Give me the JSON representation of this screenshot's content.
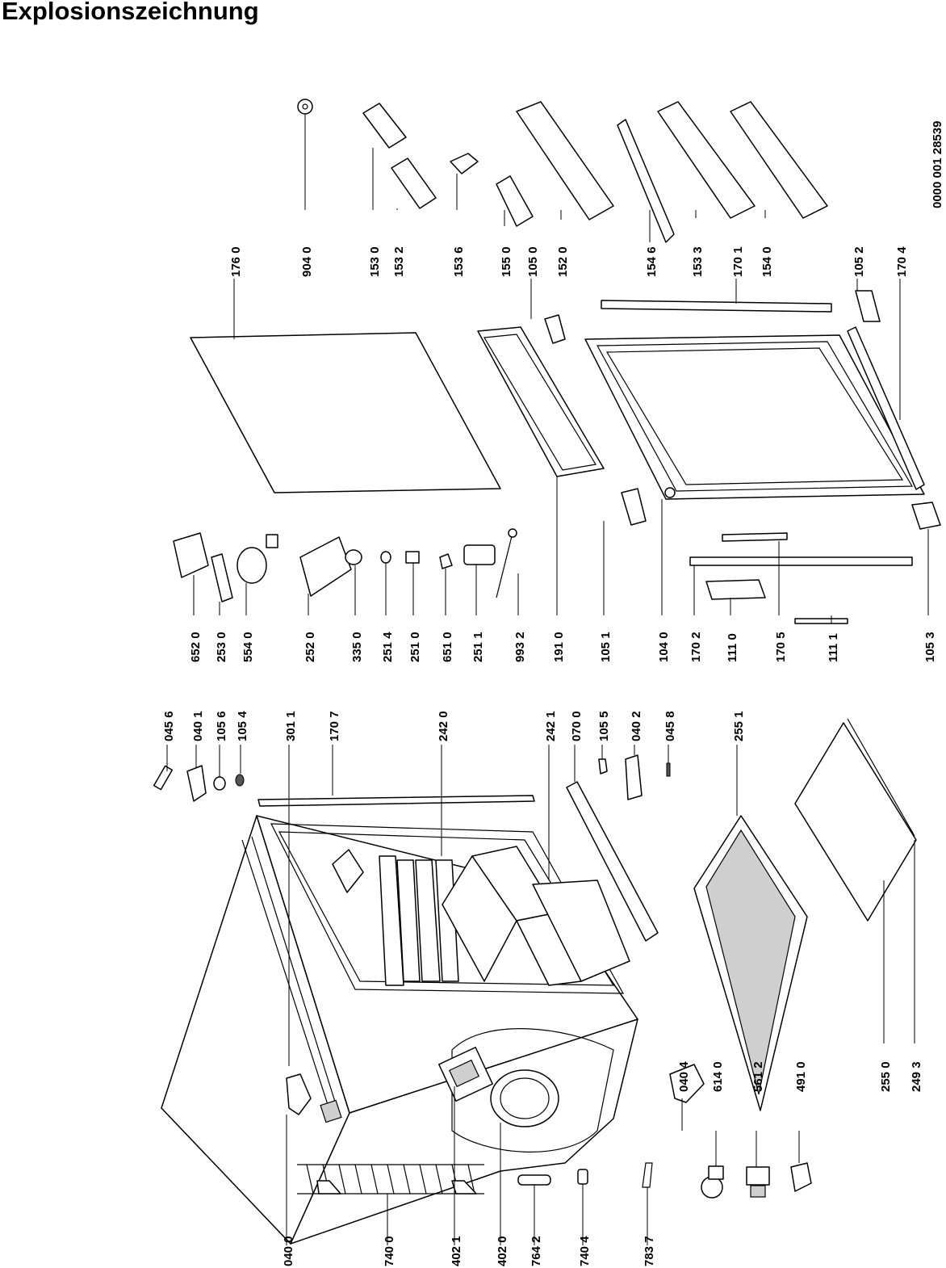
{
  "title": "Explosionszeichnung",
  "drawing_id": "0000 001 28539",
  "parts": [
    {
      "id": "p0456",
      "label": "045 6"
    },
    {
      "id": "p0401",
      "label": "040 1"
    },
    {
      "id": "p1056",
      "label": "105 6"
    },
    {
      "id": "p1054",
      "label": "105 4"
    },
    {
      "id": "p3011",
      "label": "301 1"
    },
    {
      "id": "p1707",
      "label": "170 7"
    },
    {
      "id": "p2420",
      "label": "242 0"
    },
    {
      "id": "p2421",
      "label": "242 1"
    },
    {
      "id": "p0700",
      "label": "070 0"
    },
    {
      "id": "p1055",
      "label": "105 5"
    },
    {
      "id": "p0402",
      "label": "040 2"
    },
    {
      "id": "p0458",
      "label": "045 8"
    },
    {
      "id": "p2551",
      "label": "255 1"
    },
    {
      "id": "p0404",
      "label": "040 4"
    },
    {
      "id": "p6140",
      "label": "614 0"
    },
    {
      "id": "p5612",
      "label": "561 2"
    },
    {
      "id": "p4910",
      "label": "491 0"
    },
    {
      "id": "p2550",
      "label": "255 0"
    },
    {
      "id": "p2493",
      "label": "249 3"
    },
    {
      "id": "p0400",
      "label": "040 0"
    },
    {
      "id": "p7400",
      "label": "740 0"
    },
    {
      "id": "p4021",
      "label": "402 1"
    },
    {
      "id": "p4020",
      "label": "402 0"
    },
    {
      "id": "p7642",
      "label": "764 2"
    },
    {
      "id": "p7404",
      "label": "740 4"
    },
    {
      "id": "p7837",
      "label": "783 7"
    },
    {
      "id": "p6520",
      "label": "652 0"
    },
    {
      "id": "p2530",
      "label": "253 0"
    },
    {
      "id": "p5540",
      "label": "554 0"
    },
    {
      "id": "p2520",
      "label": "252 0"
    },
    {
      "id": "p3350",
      "label": "335 0"
    },
    {
      "id": "p2514",
      "label": "251 4"
    },
    {
      "id": "p2510",
      "label": "251 0"
    },
    {
      "id": "p6510",
      "label": "651 0"
    },
    {
      "id": "p2511",
      "label": "251 1"
    },
    {
      "id": "p9932",
      "label": "993 2"
    },
    {
      "id": "p1910",
      "label": "191 0"
    },
    {
      "id": "p1051",
      "label": "105 1"
    },
    {
      "id": "p1040",
      "label": "104 0"
    },
    {
      "id": "p1702",
      "label": "170 2"
    },
    {
      "id": "p1110",
      "label": "111 0"
    },
    {
      "id": "p1705",
      "label": "170 5"
    },
    {
      "id": "p1111",
      "label": "111 1"
    },
    {
      "id": "p1053",
      "label": "105 3"
    },
    {
      "id": "p1760",
      "label": "176 0"
    },
    {
      "id": "p9040",
      "label": "904 0"
    },
    {
      "id": "p1530",
      "label": "153 0"
    },
    {
      "id": "p1532",
      "label": "153 2"
    },
    {
      "id": "p1536",
      "label": "153 6"
    },
    {
      "id": "p1550",
      "label": "155 0"
    },
    {
      "id": "p1050",
      "label": "105 0"
    },
    {
      "id": "p1520",
      "label": "152 0"
    },
    {
      "id": "p1546",
      "label": "154 6"
    },
    {
      "id": "p1533",
      "label": "153 3"
    },
    {
      "id": "p1701",
      "label": "170 1"
    },
    {
      "id": "p1540",
      "label": "154 0"
    },
    {
      "id": "p1052",
      "label": "105 2"
    },
    {
      "id": "p1704",
      "label": "170 4"
    }
  ]
}
